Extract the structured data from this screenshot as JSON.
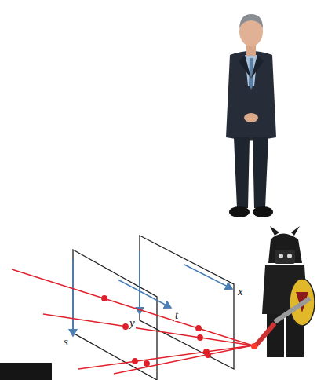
{
  "diagram": {
    "labels": [
      "x",
      "t",
      "y",
      "s"
    ]
  }
}
